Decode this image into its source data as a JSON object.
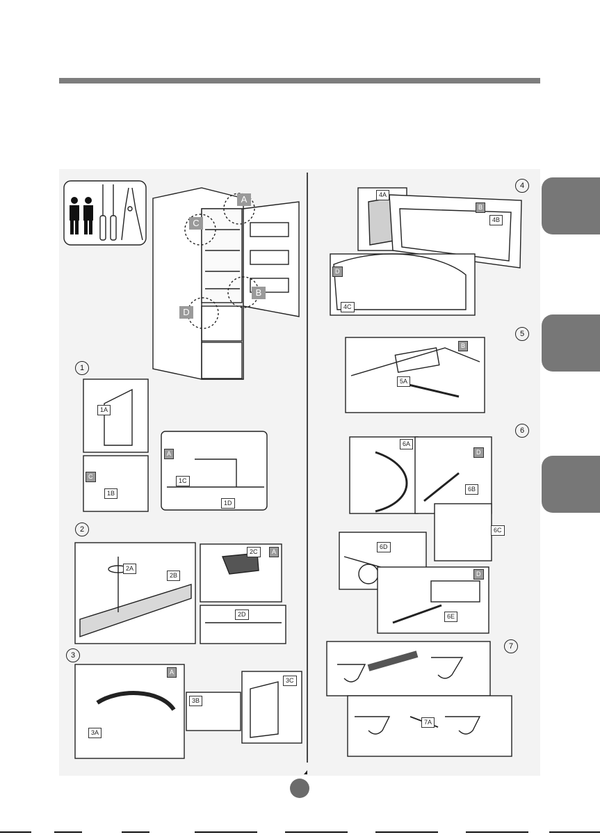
{
  "steps": [
    "1",
    "2",
    "3",
    "4",
    "5",
    "6",
    "7"
  ],
  "corner_letters": {
    "a": "A",
    "b": "B",
    "c": "C",
    "d": "D"
  },
  "tags": {
    "t1a": "1A",
    "t1b": "1B",
    "t1c": "1C",
    "t1d": "1D",
    "t1c_corner": "C",
    "t1a_corner": "A",
    "t2a": "2A",
    "t2b": "2B",
    "t2c": "2C",
    "t2d": "2D",
    "t2a_corner": "A",
    "t3a": "3A",
    "t3b": "3B",
    "t3c": "3C",
    "t3a_corner": "A",
    "t4a": "4A",
    "t4b": "4B",
    "t4c": "4C",
    "t4_b": "B",
    "t4_d": "D",
    "t5a": "5A",
    "t5_b": "B",
    "t6a": "6A",
    "t6b": "6B",
    "t6c": "6C",
    "t6d": "6D",
    "t6e": "6E",
    "t6_d1": "D",
    "t6_d2": "D",
    "t7a": "7A"
  },
  "colors": {
    "bar": "#7d7d7d",
    "panel": "#f3f3f3",
    "side_tab": "#777777",
    "label_bg": "#9a9a9a"
  }
}
